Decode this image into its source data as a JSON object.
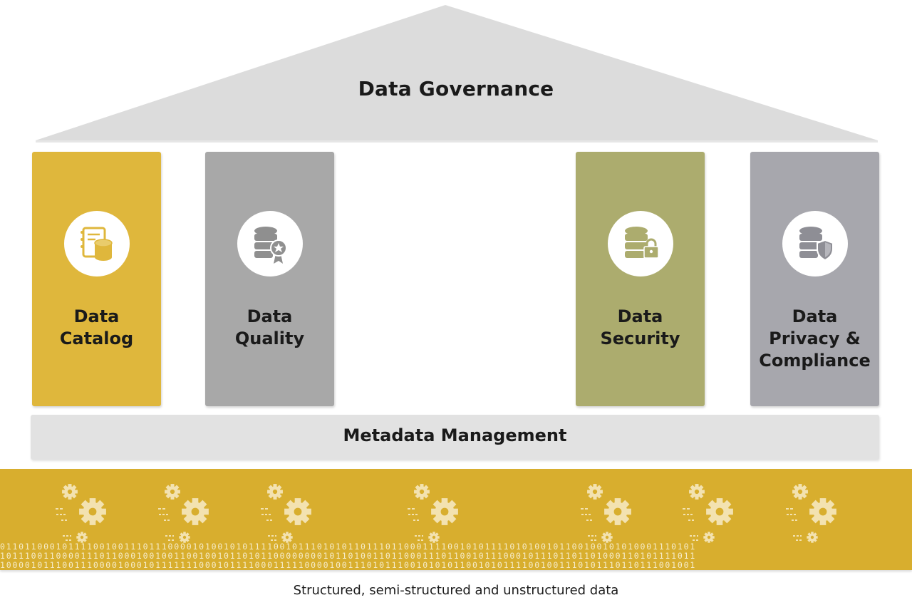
{
  "roof": {
    "title": "Data Governance"
  },
  "pillars": [
    {
      "lines": [
        "Data",
        "Catalog"
      ],
      "icon": "catalog-database-icon",
      "color": "#dfb73c"
    },
    {
      "lines": [
        "Data",
        "Quality"
      ],
      "icon": "database-award-icon",
      "color": "#a8a8a8"
    },
    {
      "lines": [
        "Data",
        "Security"
      ],
      "icon": "database-lock-icon",
      "color": "#acac6e"
    },
    {
      "lines": [
        "Data",
        "Privacy &",
        "Compliance"
      ],
      "icon": "database-shield-icon",
      "color": "#a7a7ad"
    }
  ],
  "foundation": {
    "label": "Metadata Management"
  },
  "base": {
    "icon": "gears-icon",
    "binary_rows": [
      "0110110001011110010011101110000101001010111100101110101011011101100011110010101111010100101100100101010001110101",
      "1011100110000111011000100100110010010110101100000000101101001101100011101100101110001011101101101000110101111011",
      "1000010111001110000100010111111100010111100011111000010011101011100101010110010101111001001110101110110111001001"
    ],
    "color": "#d8ae2e"
  },
  "caption": "Structured, semi-structured and unstructured data"
}
